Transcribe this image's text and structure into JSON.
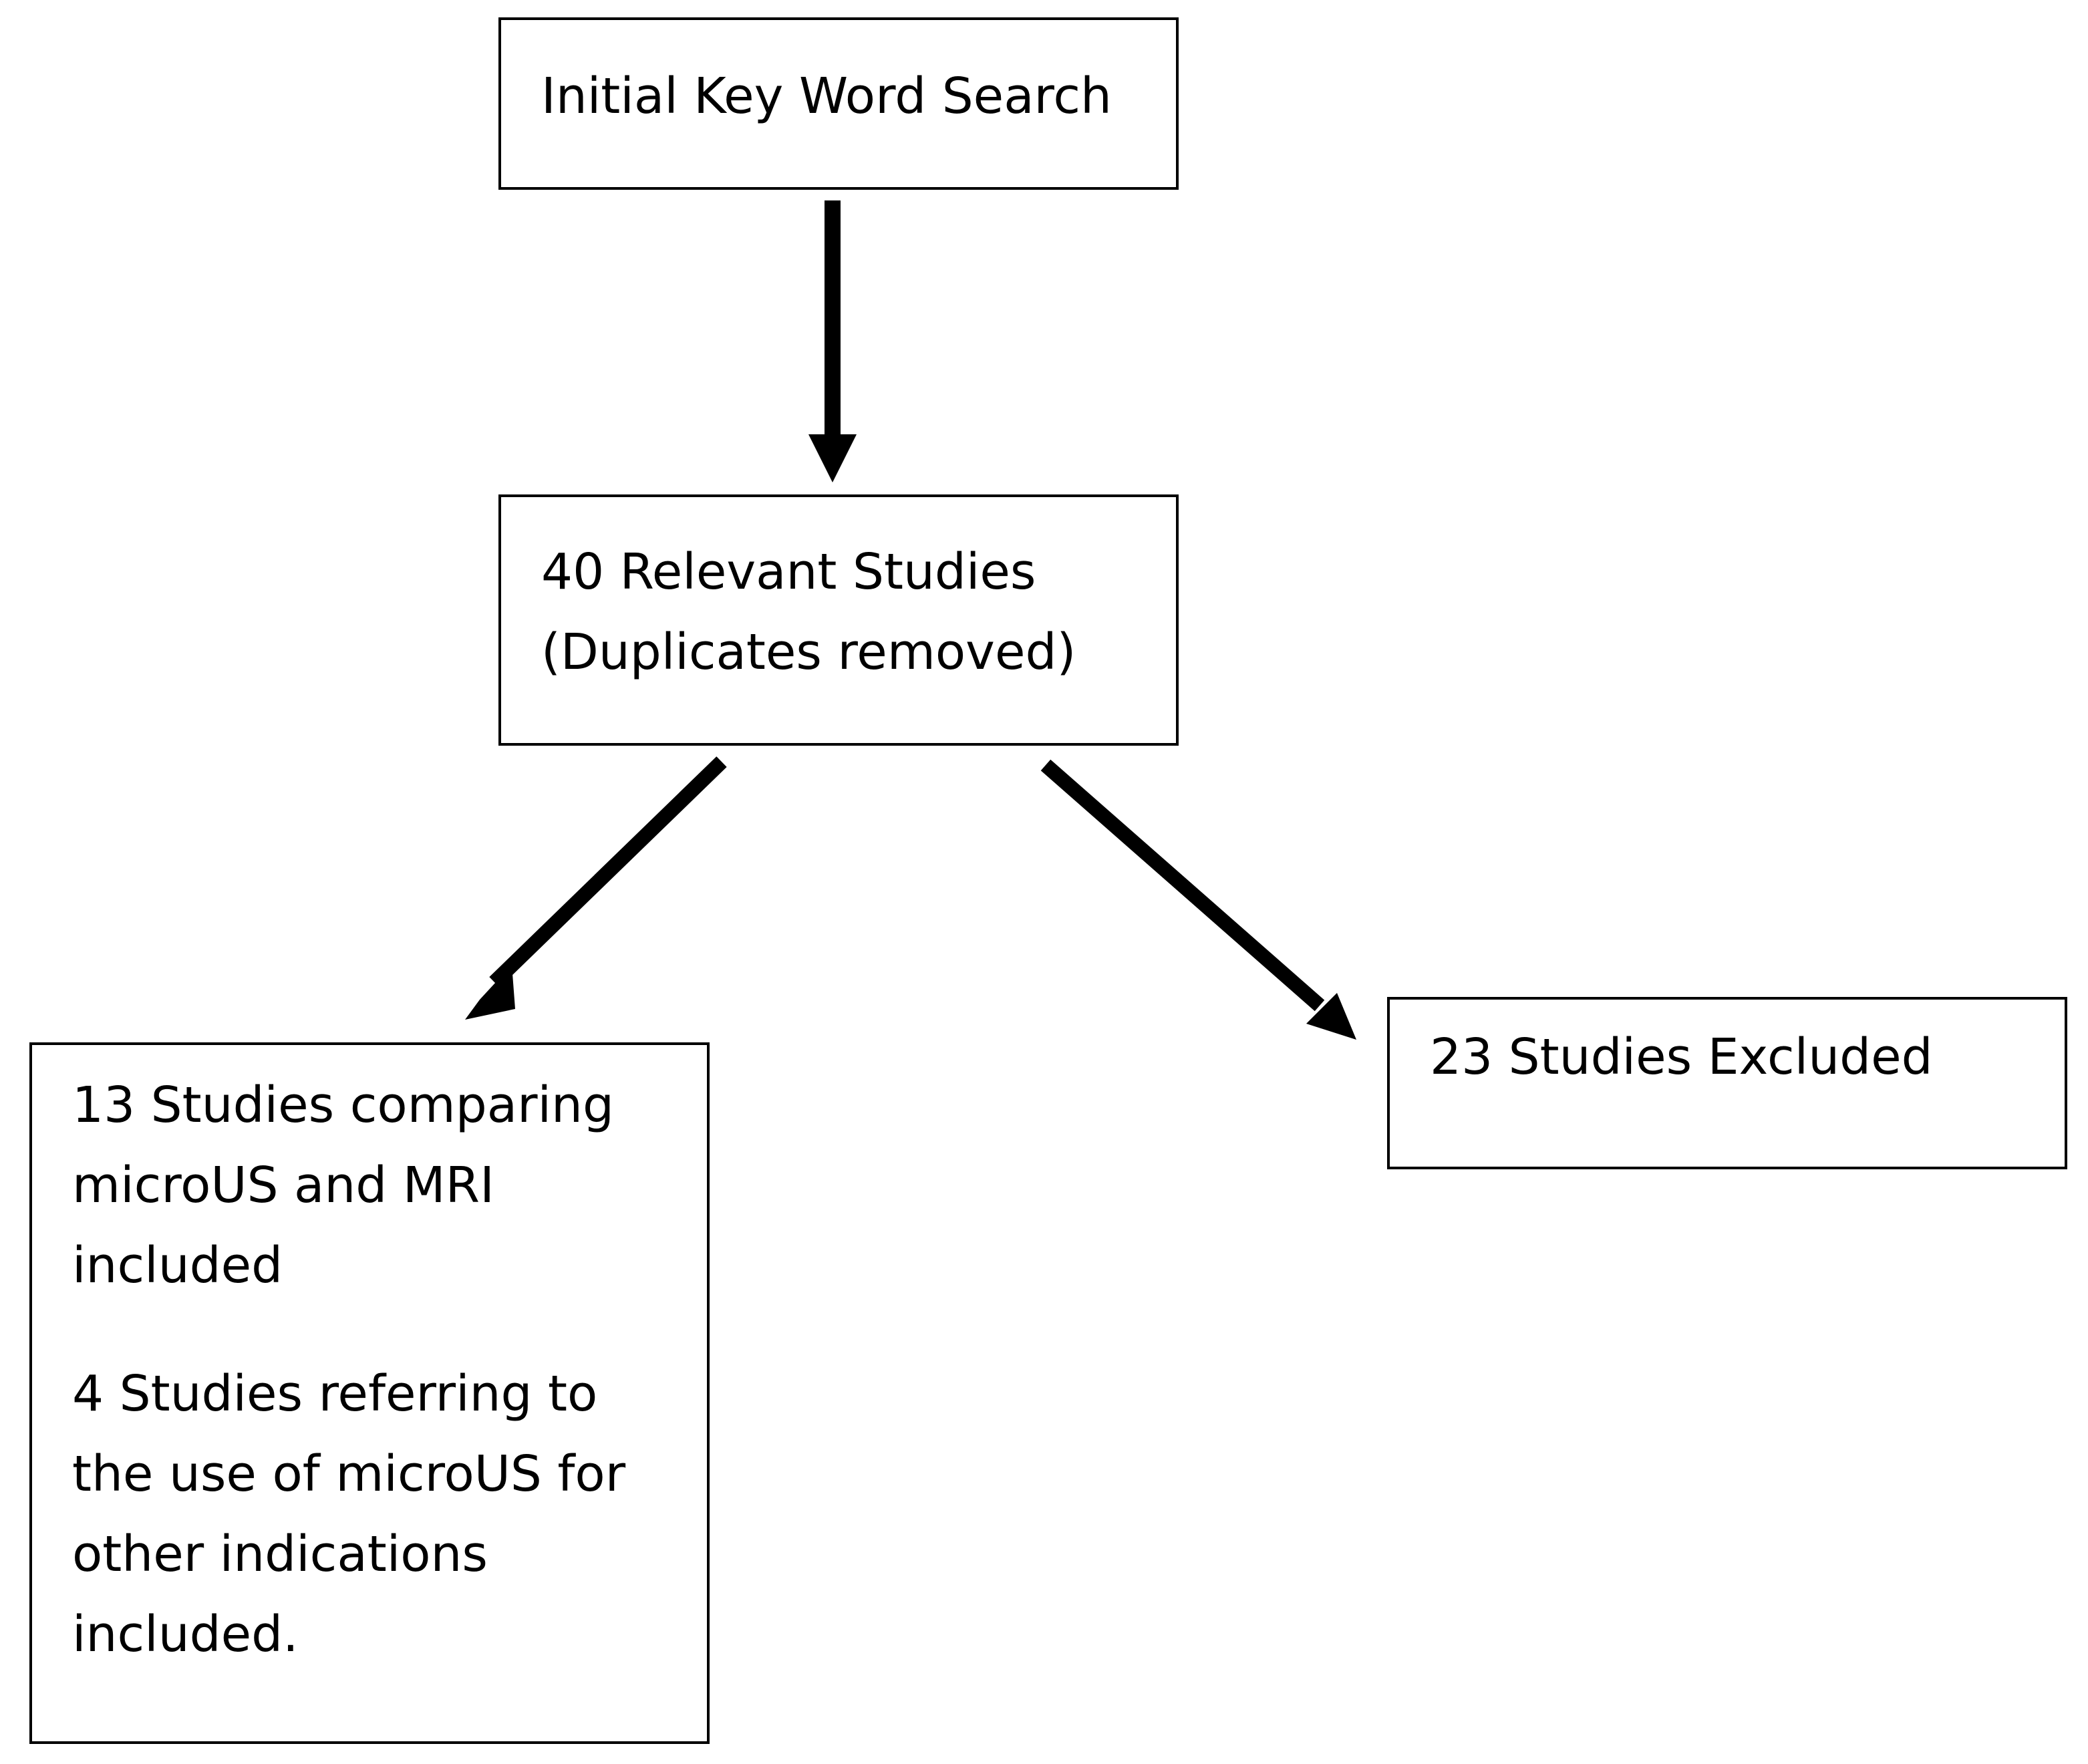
{
  "boxes": {
    "search": {
      "text": "Initial Key Word Search"
    },
    "relevant": {
      "line1": "40 Relevant Studies",
      "line2": "(Duplicates removed)"
    },
    "included": {
      "para1": [
        "13 Studies comparing",
        "microUS and MRI",
        "included"
      ],
      "para2": [
        "4 Studies referring to",
        "the use of microUS for",
        "other indications",
        "included."
      ]
    },
    "excluded": {
      "text": "23 Studies Excluded"
    }
  }
}
